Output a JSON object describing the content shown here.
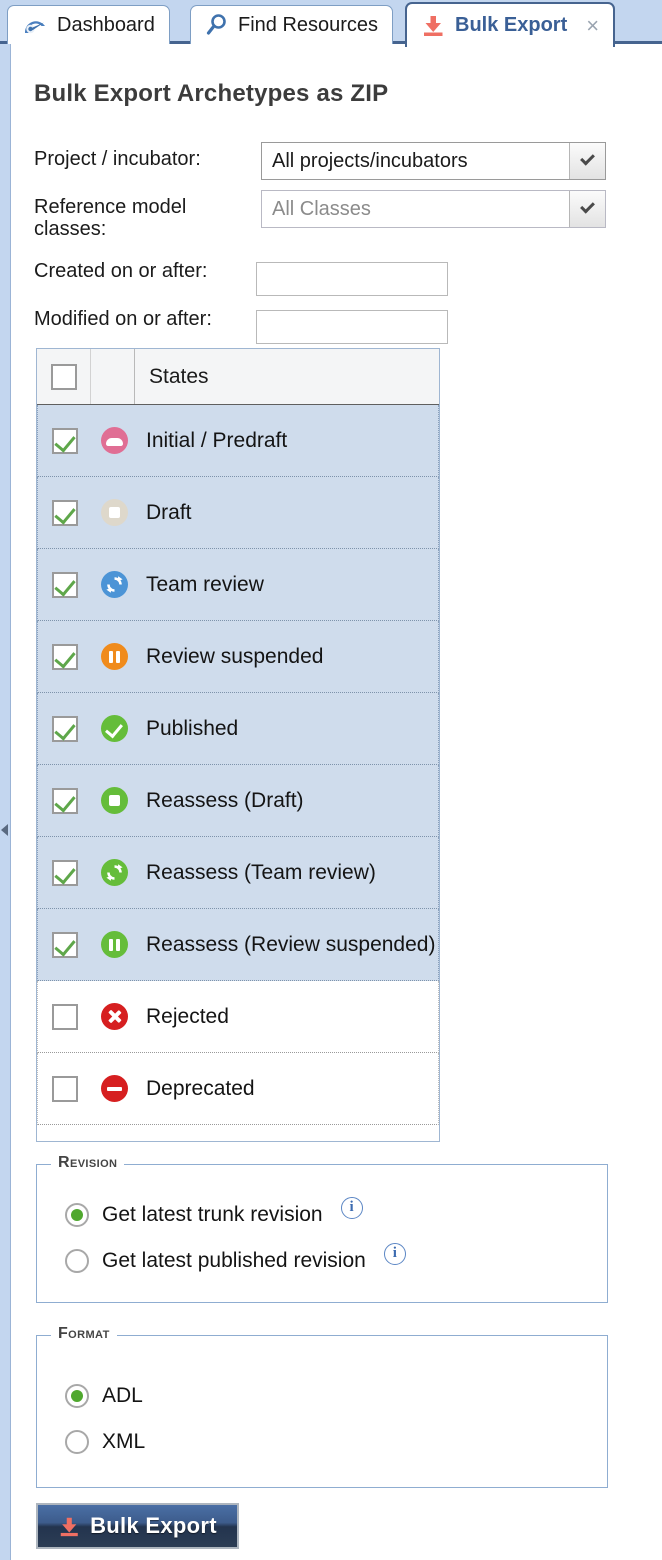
{
  "tabs": [
    {
      "id": "dashboard",
      "label": "Dashboard",
      "icon": "gauge-icon",
      "active": false,
      "closable": false
    },
    {
      "id": "find-resources",
      "label": "Find Resources",
      "icon": "search-icon",
      "active": false,
      "closable": false
    },
    {
      "id": "bulk-export",
      "label": "Bulk Export",
      "icon": "download-icon",
      "active": true,
      "closable": true,
      "close_glyph": "×"
    }
  ],
  "page": {
    "title": "Bulk Export Archetypes as ZIP"
  },
  "form": {
    "project": {
      "label": "Project / incubator:",
      "value": "All projects/incubators",
      "enabled": true
    },
    "reference_model": {
      "label": "Reference model classes:",
      "value": "All Classes",
      "enabled": false
    },
    "created_on_or_after": {
      "label": "Created on or after:",
      "value": "",
      "placeholder": ""
    },
    "modified_on_or_after": {
      "label": "Modified on or after:",
      "value": "",
      "placeholder": ""
    }
  },
  "states_table": {
    "header": {
      "select_all_checked": false,
      "column_label": "States"
    },
    "rows": [
      {
        "label": "Initial / Predraft",
        "checked": true,
        "icon": "state-predraft-icon",
        "icon_color": "#e06e94",
        "glyph": "cloud"
      },
      {
        "label": "Draft",
        "checked": true,
        "icon": "state-draft-icon",
        "icon_color": "#ded8cb",
        "glyph": "square"
      },
      {
        "label": "Team review",
        "checked": true,
        "icon": "state-team-review-icon",
        "icon_color": "#4c94d6",
        "glyph": "refresh"
      },
      {
        "label": "Review suspended",
        "checked": true,
        "icon": "state-review-suspended-icon",
        "icon_color": "#f08b1c",
        "glyph": "pause"
      },
      {
        "label": "Published",
        "checked": true,
        "icon": "state-published-icon",
        "icon_color": "#65bd3a",
        "glyph": "check"
      },
      {
        "label": "Reassess (Draft)",
        "checked": true,
        "icon": "state-reassess-draft-icon",
        "icon_color": "#65bd3a",
        "glyph": "square"
      },
      {
        "label": "Reassess (Team review)",
        "checked": true,
        "icon": "state-reassess-team-icon",
        "icon_color": "#65bd3a",
        "glyph": "refresh"
      },
      {
        "label": "Reassess (Review suspended)",
        "checked": true,
        "icon": "state-reassess-susp-icon",
        "icon_color": "#65bd3a",
        "glyph": "pause"
      },
      {
        "label": "Rejected",
        "checked": false,
        "icon": "state-rejected-icon",
        "icon_color": "#d61f20",
        "glyph": "x"
      },
      {
        "label": "Deprecated",
        "checked": false,
        "icon": "state-deprecated-icon",
        "icon_color": "#d61f20",
        "glyph": "minus"
      }
    ]
  },
  "revision": {
    "legend": "Revision",
    "options": [
      {
        "label": "Get latest trunk revision",
        "selected": true,
        "info": "i"
      },
      {
        "label": "Get latest published revision",
        "selected": false,
        "info": "i"
      }
    ]
  },
  "format": {
    "legend": "Format",
    "options": [
      {
        "label": "ADL",
        "selected": true
      },
      {
        "label": "XML",
        "selected": false
      }
    ]
  },
  "submit": {
    "label": "Bulk Export",
    "icon": "download-icon"
  },
  "colors": {
    "tabbar_bg": "#c3d6ef",
    "active_tab_text": "#3a5f96",
    "row_selected_bg": "#cfdcec",
    "checkmark_green": "#5ea74a",
    "radio_green": "#4fa82e",
    "button_gradient_top": "#4a6fa5",
    "button_gradient_bottom": "#2c3d55",
    "download_icon_red": "#ef6f63"
  }
}
